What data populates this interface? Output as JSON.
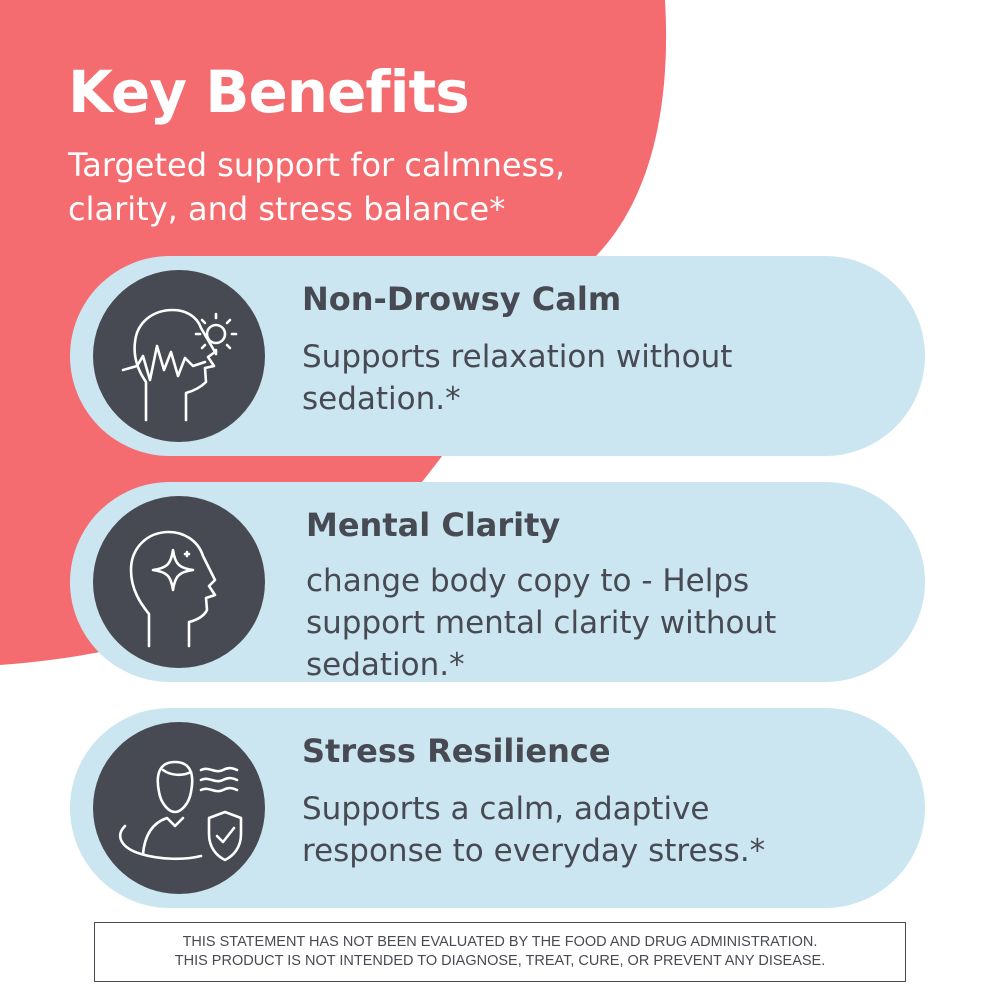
{
  "colors": {
    "accent": "#f46b70",
    "card": "#cbe6f1",
    "icon_bg": "#474a52",
    "text": "#474a52"
  },
  "header": {
    "title": "Key Benefits",
    "subtitle": "Targeted support for calmness, clarity, and stress balance*"
  },
  "benefits": [
    {
      "icon": "head-sun-wave-icon",
      "title": "Non-Drowsy Calm",
      "text": "Supports relaxation without sedation.*"
    },
    {
      "icon": "head-sparkle-icon",
      "title": "Mental Clarity",
      "text": "change body copy to - Helps support mental clarity without sedation.*"
    },
    {
      "icon": "person-shield-icon",
      "title": "Stress Resilience",
      "text": "Supports a calm, adaptive response to everyday stress.*"
    }
  ],
  "disclaimer": {
    "line1": "THIS STATEMENT HAS NOT BEEN EVALUATED BY THE FOOD AND DRUG ADMINISTRATION.",
    "line2": "THIS PRODUCT IS NOT INTENDED TO DIAGNOSE, TREAT, CURE, OR PREVENT ANY DISEASE."
  }
}
